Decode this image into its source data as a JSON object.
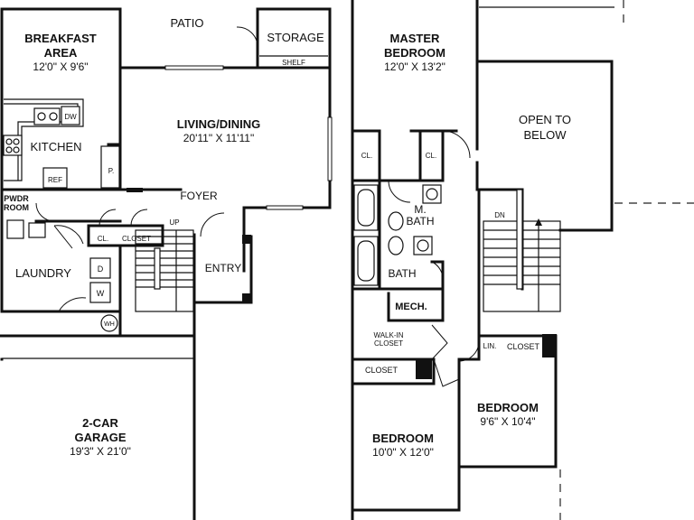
{
  "rooms": {
    "breakfast": {
      "name_line1": "BREAKFAST",
      "name_line2": "AREA",
      "dims": "12'0\" X 9'6\""
    },
    "patio": {
      "name": "PATIO"
    },
    "storage": {
      "name": "STORAGE",
      "shelf": "SHELF"
    },
    "living": {
      "name": "LIVING/DINING",
      "dims": "20'11\" X 11'11\""
    },
    "kitchen": {
      "name": "KITCHEN",
      "dw": "DW",
      "ref": "REF",
      "pantry": "P."
    },
    "foyer": {
      "name": "FOYER"
    },
    "pwdr": {
      "name_line1": "PWDR",
      "name_line2": "ROOM"
    },
    "laundry": {
      "name": "LAUNDRY",
      "dryer": "D",
      "washer": "W",
      "water_heater": "WH"
    },
    "cl_main": {
      "name": "CL."
    },
    "closet_main": {
      "name": "CLOSET"
    },
    "stair_main": {
      "label": "UP"
    },
    "entry": {
      "name": "ENTRY"
    },
    "garage": {
      "name_line1": "2-CAR",
      "name_line2": "GARAGE",
      "dims": "19'3\" X 21'0\""
    },
    "master": {
      "name_line1": "MASTER",
      "name_line2": "BEDROOM",
      "dims": "12'0\" X 13'2\""
    },
    "open_below": {
      "line1": "OPEN TO",
      "line2": "BELOW"
    },
    "master_cl_left": {
      "name": "CL."
    },
    "master_cl_right": {
      "name": "CL."
    },
    "mbath": {
      "name_line1": "M.",
      "name_line2": "BATH"
    },
    "stair_upper": {
      "label": "DN"
    },
    "bath": {
      "name": "BATH"
    },
    "mech": {
      "name": "MECH."
    },
    "walkin": {
      "name_line1": "WALK-IN",
      "name_line2": "CLOSET"
    },
    "lin": {
      "name": "LIN."
    },
    "closet_upper_right": {
      "name": "CLOSET"
    },
    "closet_upper_left": {
      "name": "CLOSET"
    },
    "bedroom2": {
      "name": "BEDROOM",
      "dims": "9'6\" X 10'4\""
    },
    "bedroom3": {
      "name": "BEDROOM",
      "dims": "10'0\" X 12'0\""
    }
  }
}
